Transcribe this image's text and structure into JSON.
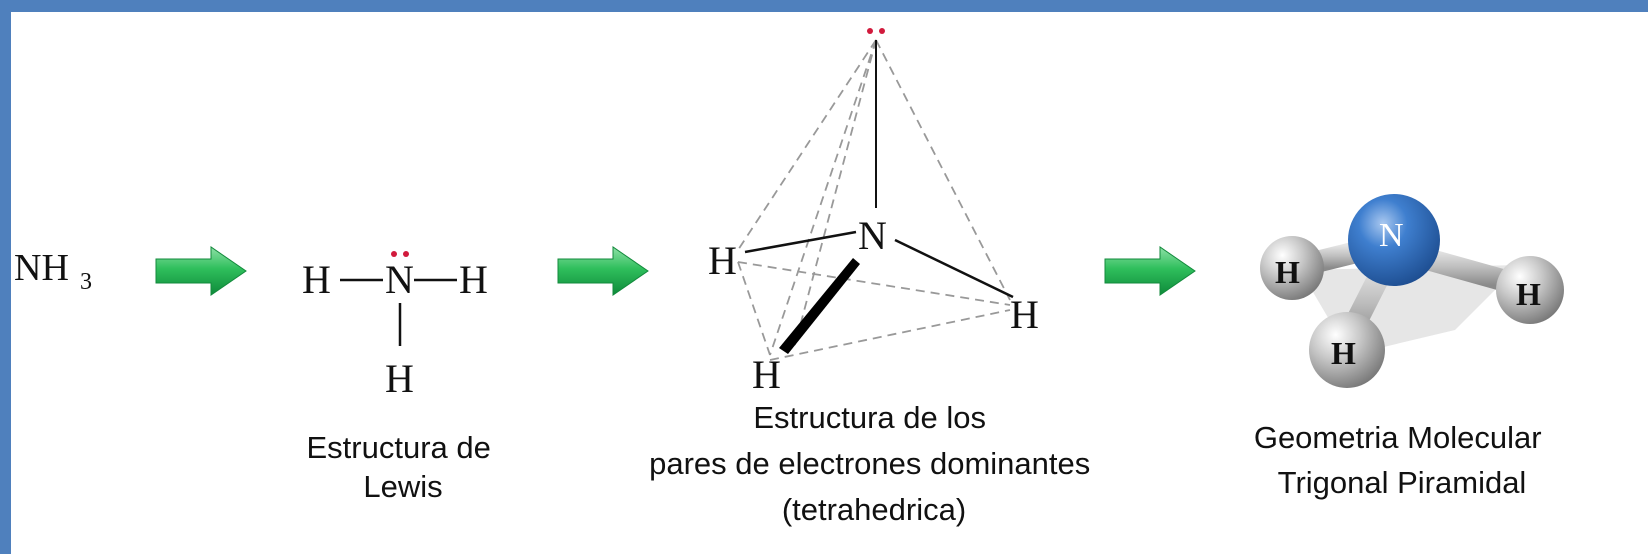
{
  "formula": {
    "main": "NH",
    "subscript": "3"
  },
  "lewis": {
    "h_left": "H",
    "n": "N",
    "h_right": "H",
    "h_bottom": "H",
    "caption_lines": [
      "Estructura de",
      "Lewis"
    ]
  },
  "tetrahedral": {
    "n": "N",
    "h_left": "H",
    "h_right": "H",
    "h_bottom": "H",
    "caption_lines": [
      "Estructura de los",
      "pares de electrones dominantes",
      "(tetrahedrica)"
    ]
  },
  "model": {
    "n": "N",
    "h_left": "H",
    "h_right": "H",
    "h_bottom": "H",
    "caption_lines": [
      "Geometria Molecular",
      "Trigonal Piramidal"
    ]
  },
  "colors": {
    "frame": "#4f80bd",
    "arrow": "#22b050",
    "lone_pair": "#d11a3c",
    "nitrogen_atom": "#2e6fc0",
    "hydrogen_atom": "#b8b8b8"
  }
}
